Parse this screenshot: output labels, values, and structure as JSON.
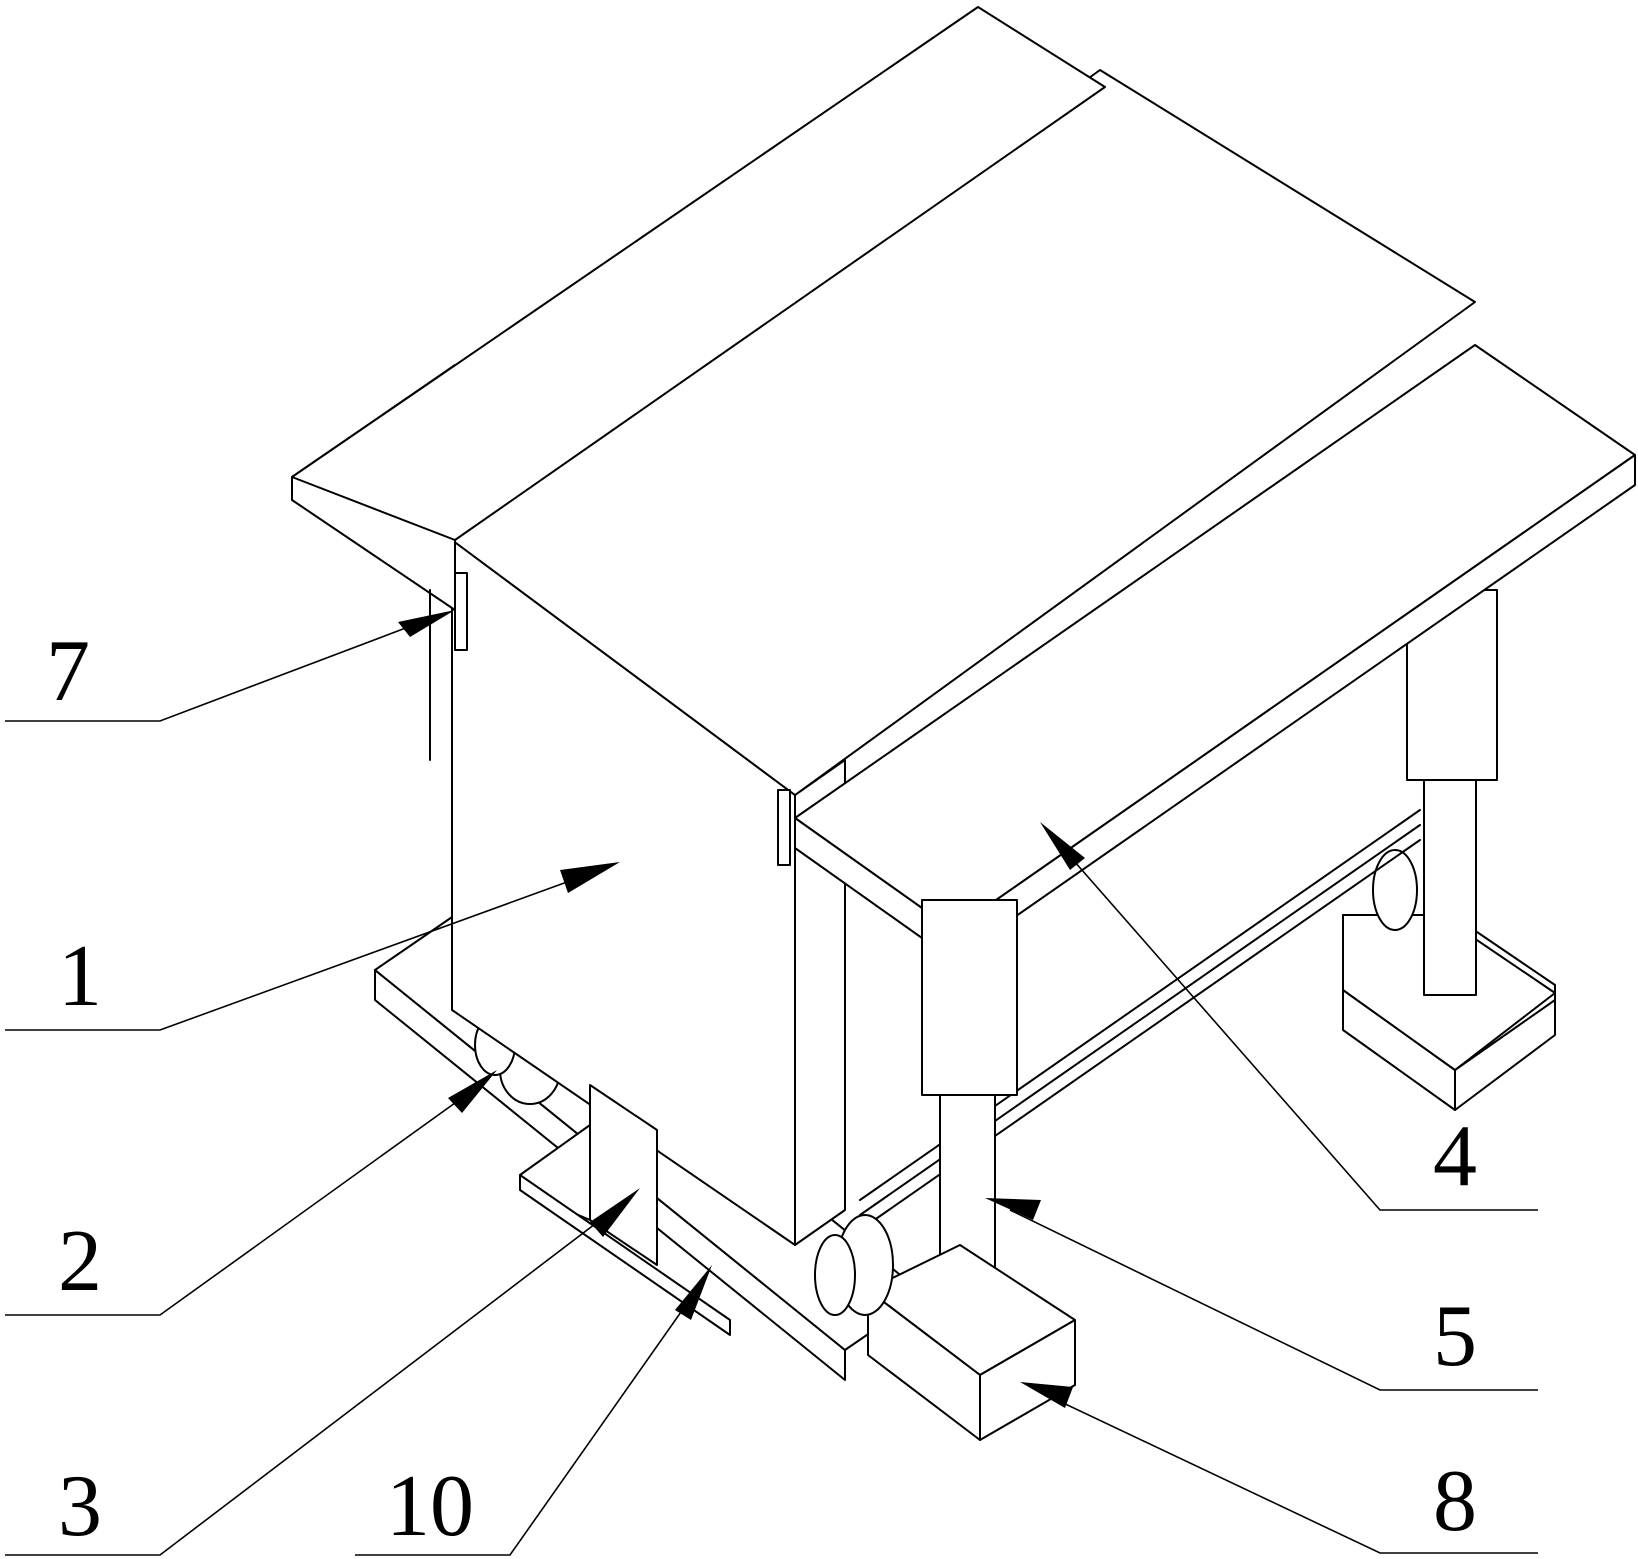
{
  "callouts": [
    {
      "id": "c7",
      "label": "7"
    },
    {
      "id": "c1",
      "label": "1"
    },
    {
      "id": "c2",
      "label": "2"
    },
    {
      "id": "c3",
      "label": "3"
    },
    {
      "id": "c10",
      "label": "10"
    },
    {
      "id": "c4",
      "label": "4"
    },
    {
      "id": "c5",
      "label": "5"
    },
    {
      "id": "c8",
      "label": "8"
    }
  ]
}
